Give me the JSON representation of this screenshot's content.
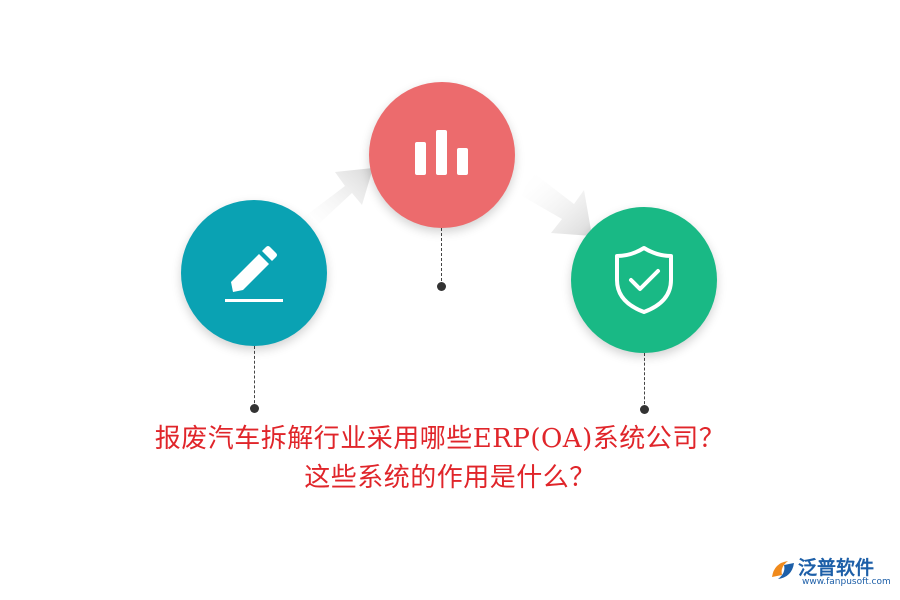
{
  "headline": {
    "line1": "报废汽车拆解行业采用哪些ERP(OA)系统公司？",
    "line2": "这些系统的作用是什么？"
  },
  "steps": [
    {
      "icon": "pencil-edit-icon",
      "color": "#0aa2b3"
    },
    {
      "icon": "bar-chart-icon",
      "color": "#ec6b6d"
    },
    {
      "icon": "shield-check-icon",
      "color": "#19b985"
    }
  ],
  "logo": {
    "name": "泛普软件",
    "url": "www.fanpusoft.com"
  },
  "colors": {
    "headline": "#e0252a",
    "arrow": "#dcdcdc",
    "logo_blue": "#1d5fa8",
    "logo_orange": "#f08a1c"
  }
}
